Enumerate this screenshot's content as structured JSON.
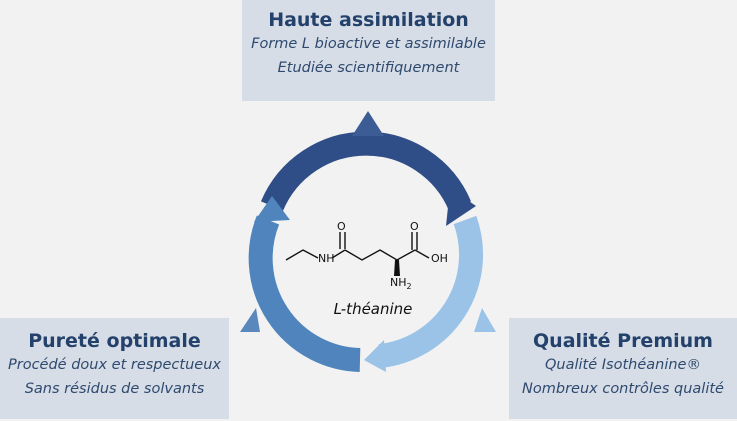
{
  "top": {
    "title": "Haute assimilation",
    "lines": [
      "Forme L bioactive et assimilable",
      "Etudiée scientifiquement"
    ]
  },
  "left": {
    "title": "Pureté optimale",
    "lines": [
      "Procédé doux et respectueux",
      "Sans résidus de solvants"
    ]
  },
  "right": {
    "title": "Qualité Premium",
    "lines": [
      "Qualité Isothéanine®",
      "Nombreux contrôles qualité"
    ]
  },
  "center": {
    "label": "L-théanine",
    "atoms": {
      "nh": "NH",
      "o_amide": "O",
      "o_acid": "O",
      "oh": "OH",
      "nh2": "NH",
      "nh2_sub": "2"
    }
  },
  "colors": {
    "arc_dark": "#2f4d86",
    "arc_mid": "#4f84bd",
    "arc_light": "#9bc3e8",
    "box_bg": "#d6dde7",
    "title": "#23416a"
  }
}
